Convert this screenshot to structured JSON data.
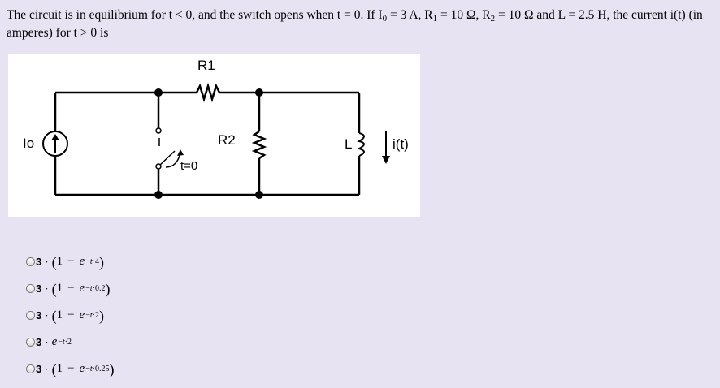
{
  "question": {
    "t1": "The circuit is in equilibrium for t < 0, and the switch opens when t = 0. If I",
    "s1": "0",
    "t2": " = 3 A, R",
    "s2": "1",
    "t3": " = 10 Ω, R",
    "s3": "2",
    "t4": " = 10  Ω and L = 2.5 H, the current i(t) (in amperes) for t > 0 is"
  },
  "figure": {
    "R1": "R1",
    "R2": "R2",
    "source": "Io",
    "switch": "t=0",
    "L": "L",
    "current": "i(t)"
  },
  "options": [
    {
      "coef": "3",
      "dot": "·",
      "open": "(",
      "one": "1",
      "minus": "−",
      "e": "e",
      "exp_minus": "−",
      "exp_t": "t",
      "exp_dot": "·",
      "exp_val": "4",
      "close": ")"
    },
    {
      "coef": "3",
      "dot": "·",
      "open": "(",
      "one": "1",
      "minus": "−",
      "e": "e",
      "exp_minus": "−",
      "exp_t": "t",
      "exp_dot": "·",
      "exp_val": "0.2",
      "close": ")"
    },
    {
      "coef": "3",
      "dot": "·",
      "open": "(",
      "one": "1",
      "minus": "−",
      "e": "e",
      "exp_minus": "−",
      "exp_t": "t",
      "exp_dot": "·",
      "exp_val": "2",
      "close": ")"
    },
    {
      "coef": "3",
      "dot": "·",
      "e": "e",
      "exp_minus": "−",
      "exp_t": "t",
      "exp_dot": "·",
      "exp_val": "2"
    },
    {
      "coef": "3",
      "dot": "·",
      "open": "(",
      "one": "1",
      "minus": "−",
      "e": "e",
      "exp_minus": "−",
      "exp_t": "t",
      "exp_dot": "·",
      "exp_val": "0.25",
      "close": ")"
    }
  ]
}
